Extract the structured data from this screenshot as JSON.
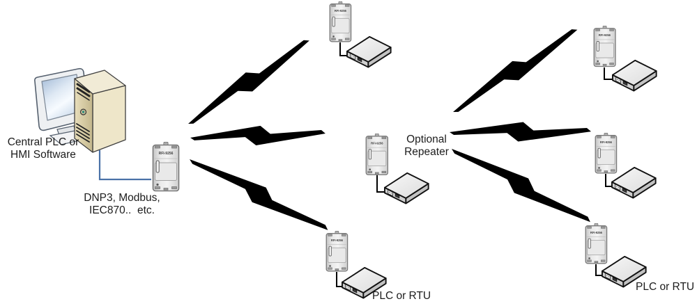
{
  "diagram": {
    "central_station": {
      "label_line1": "Central PLC or",
      "label_line2": "HMI Software"
    },
    "protocol_note": {
      "line1": "DNP3, Modbus,",
      "line2": "IEC870..  etc."
    },
    "repeater_label": {
      "line1": "Optional",
      "line2": "Repeater"
    },
    "remote_label": "PLC or RTU",
    "radio_model": "RFI-9256",
    "colors": {
      "bolt": "#000000",
      "pc_cable": "#4a72a8",
      "serial_cable": "#000000",
      "tower_beige": "#e0d5ae",
      "screen_blue": "#a9c0dc"
    }
  }
}
